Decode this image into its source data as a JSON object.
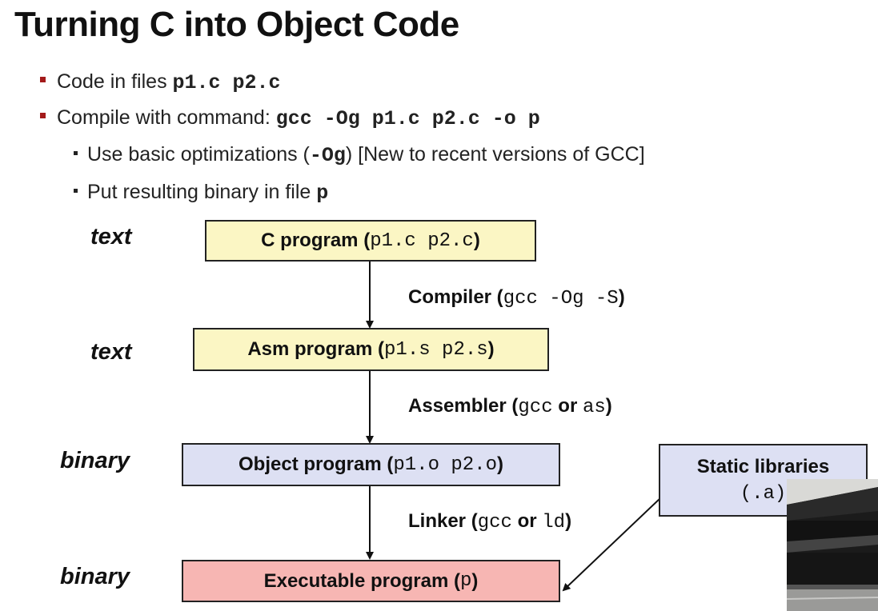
{
  "title": "Turning C into Object Code",
  "bullets": [
    {
      "text": "Code in files ",
      "code": "p1.c p2.c"
    },
    {
      "text": "Compile with command: ",
      "code": "gcc -Og p1.c p2.c -o p"
    }
  ],
  "sub_bullets": [
    {
      "pre": "Use basic optimizations (",
      "code": "-Og",
      "post": ") [New to recent versions of GCC]"
    },
    {
      "pre": "Put resulting binary in file ",
      "code": "p"
    }
  ],
  "stages": [
    {
      "kind": "text",
      "name": "C program (",
      "code": "p1.c p2.c",
      "close": ")"
    },
    {
      "kind": "text",
      "name": "Asm program (",
      "code": "p1.s p2.s",
      "close": ")"
    },
    {
      "kind": "binary",
      "name": "Object program (",
      "code": "p1.o p2.o",
      "close": ")"
    },
    {
      "kind": "binary",
      "name": "Executable program (",
      "code": "p",
      "close": ")"
    }
  ],
  "tools": [
    {
      "name": "Compiler (",
      "code": "gcc -Og -S",
      "close": ")"
    },
    {
      "name": "Assembler (",
      "code": "gcc",
      "mid": " or ",
      "code2": "as",
      "close": ")"
    },
    {
      "name": "Linker (",
      "code": "gcc",
      "mid": " or ",
      "code2": "ld",
      "close": ")"
    }
  ],
  "static_libraries": {
    "line1": "Static libraries",
    "line2": "(.a)"
  },
  "colors": {
    "bullet": "#a31a1a",
    "text_box": "#fbf6c4",
    "binary_box": "#dde0f3",
    "exec_box": "#f7b6b3"
  }
}
